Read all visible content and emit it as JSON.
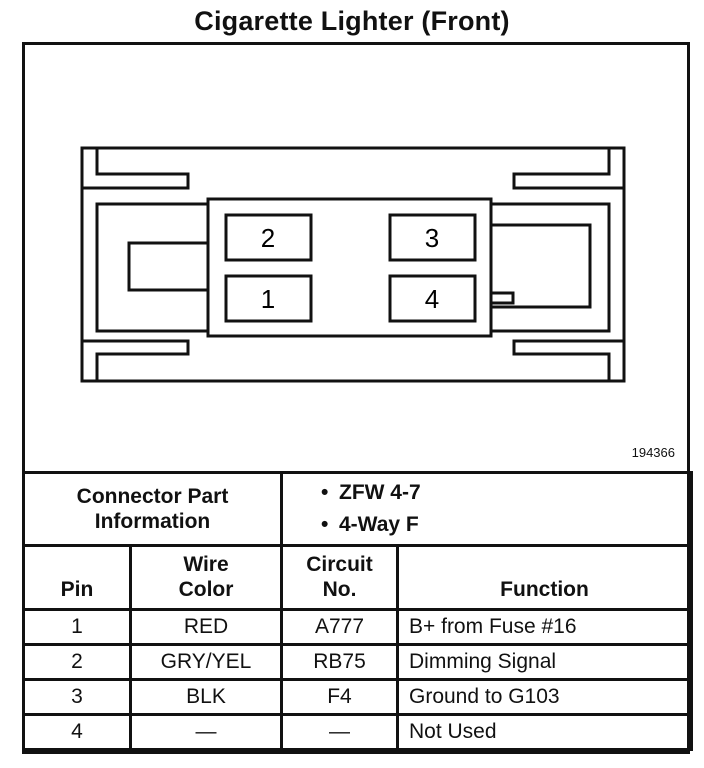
{
  "title": "Cigarette Lighter (Front)",
  "figure_id": "194366",
  "connector": {
    "pins_shown": [
      "1",
      "2",
      "3",
      "4"
    ]
  },
  "connector_part_info": {
    "label_line1": "Connector Part",
    "label_line2": "Information",
    "values": [
      "ZFW 4-7",
      "4-Way F"
    ]
  },
  "table": {
    "headers": {
      "pin": "Pin",
      "wire_color_line1": "Wire",
      "wire_color_line2": "Color",
      "circuit_line1": "Circuit",
      "circuit_line2": "No.",
      "function": "Function"
    },
    "rows": [
      {
        "pin": "1",
        "wire_color": "RED",
        "circuit": "A777",
        "function": "B+ from Fuse #16"
      },
      {
        "pin": "2",
        "wire_color": "GRY/YEL",
        "circuit": "RB75",
        "function": "Dimming Signal"
      },
      {
        "pin": "3",
        "wire_color": "BLK",
        "circuit": "F4",
        "function": "Ground to G103"
      },
      {
        "pin": "4",
        "wire_color": "—",
        "circuit": "—",
        "function": "Not Used"
      }
    ]
  }
}
